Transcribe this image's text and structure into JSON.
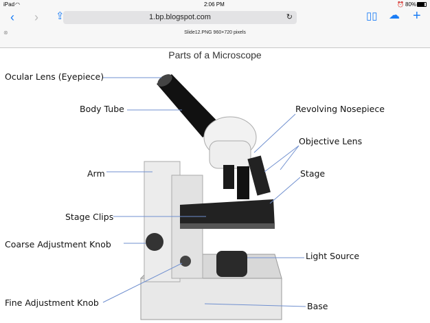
{
  "status_bar": {
    "device": "iPad",
    "time": "2:06 PM",
    "battery": "80%"
  },
  "toolbar": {
    "url": "1.bp.blogspot.com",
    "tab_title": "Slide12.PNG 960×720 pixels"
  },
  "page": {
    "title": "Parts of a Microscope",
    "labels": {
      "ocular": "Ocular Lens (Eyepiece)",
      "body_tube": "Body Tube",
      "arm": "Arm",
      "stage_clips": "Stage Clips",
      "coarse": "Coarse Adjustment Knob",
      "fine": "Fine Adjustment Knob",
      "nosepiece": "Revolving Nosepiece",
      "objective": "Objective Lens",
      "stage": "Stage",
      "light": "Light Source",
      "base": "Base"
    }
  },
  "colors": {
    "accent": "#1a7cf5",
    "pointer": "#6f8fcf"
  }
}
